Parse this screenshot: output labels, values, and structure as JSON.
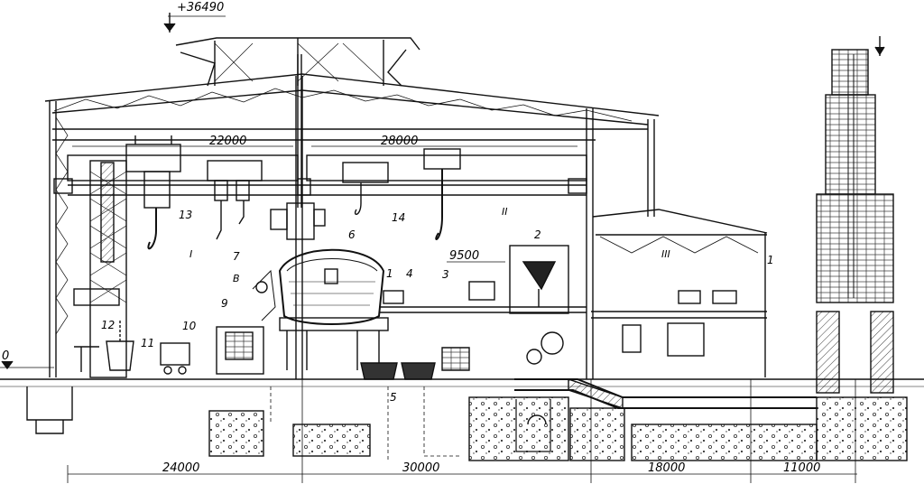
{
  "elevations": {
    "top": "+36490",
    "zero": "0"
  },
  "dimensions": {
    "span_22000": "22000",
    "span_28000": "28000",
    "span_9500": "9500",
    "bottom_24000": "24000",
    "bottom_30000": "30000",
    "bottom_18000": "18000",
    "bottom_11000": "11000"
  },
  "bays": {
    "I": "I",
    "II": "II",
    "III": "III",
    "B": "B"
  },
  "callouts": {
    "n1a": "1",
    "n1b": "1",
    "n2": "2",
    "n3": "3",
    "n4": "4",
    "n5": "5",
    "n6": "6",
    "n7": "7",
    "n9": "9",
    "n10": "10",
    "n11": "11",
    "n12": "12",
    "n13": "13",
    "n14": "14"
  },
  "colors": {
    "ink": "#111111",
    "paper": "#ffffff",
    "hatch": "#555555"
  }
}
